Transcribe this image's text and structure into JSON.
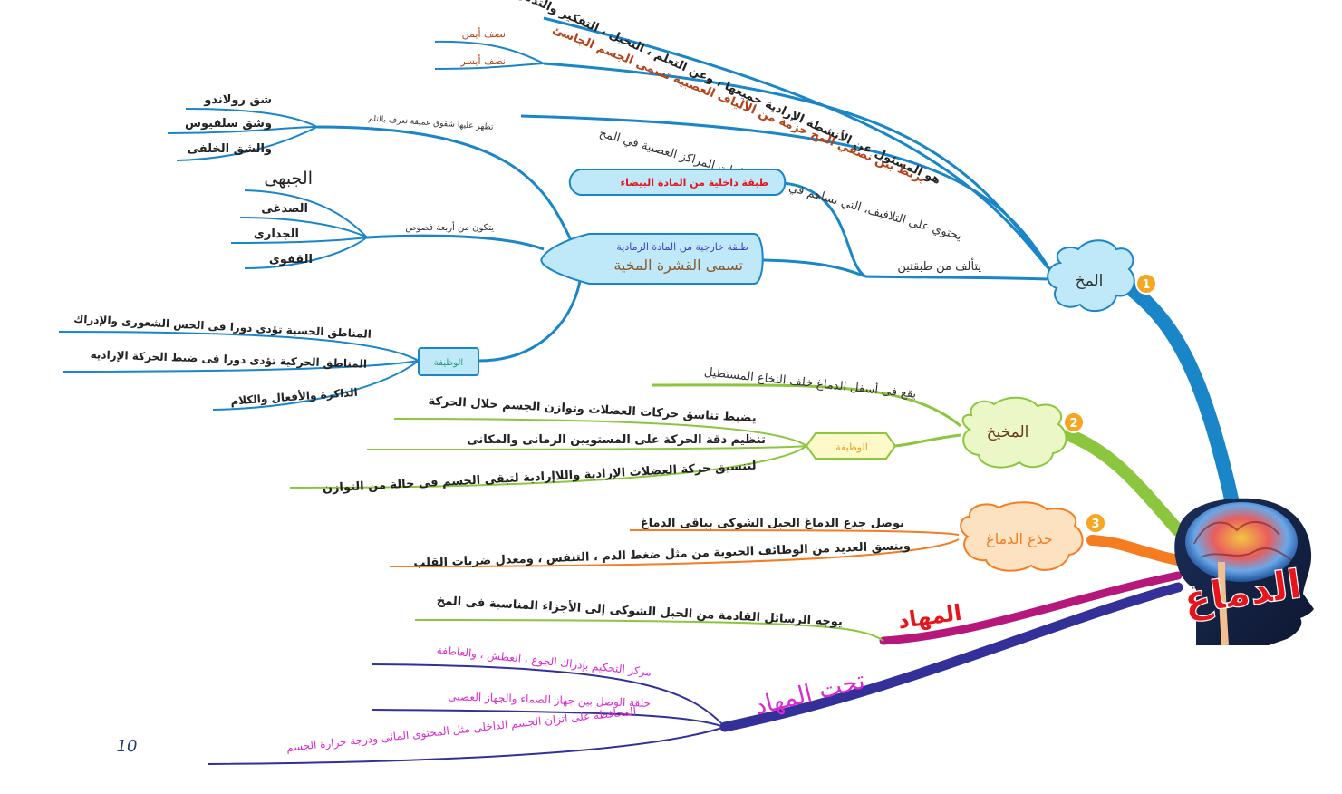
{
  "root": {
    "label": "الدماغ"
  },
  "page_number": "10",
  "colors": {
    "cerebrum_branch": "#1a86c8",
    "cerebellum_branch": "#8cc63f",
    "brainstem_branch": "#f57c20",
    "thalamus_branch": "#b5177a",
    "hypothalamus_branch": "#33309a",
    "root_text": "#e8141b",
    "thalamus_text": "#e8141b",
    "hypothalamus_text": "#d92ad0"
  },
  "cerebrum": {
    "badge": "1",
    "label": "المخ",
    "func_main": "هو المسئول عن الأنشطة الإرادية جميعها ، وعن التعلم ، التخيل ، التفكير والتذكر",
    "corpus_callosum": "يربط بين نصفي المخ حزمة من الألياف العصبية تسمى الجسم الجاسئ",
    "right_half": "نصف أيمن",
    "left_half": "نصف أيسر",
    "convolutions": "يحتوي على التلافيف، التي تساهم في زيادة مساحات المراكز العصبية في المخ",
    "inner_layer": "طبقة داخلية من المادة البيضاء",
    "two_layers": "يتألف من طبقتين",
    "outer_layer_line1": "طبقة خارجية من المادة الرمادية",
    "outer_layer_line2": "تسمى القشرة المخية",
    "fissures_label": "تظهر عليها شقوق عميقة تعرف بالتلم",
    "fissures": [
      "شق رولاندو",
      "وشق سلفيوس",
      "والشق الخلفى"
    ],
    "lobes_label": "يتكون من أربعة فصوص",
    "lobes": [
      "الجبهى",
      "الصدغى",
      "الجدارى",
      "القفوى"
    ],
    "function_box": "الوظيفة",
    "functions": [
      "المناطق الحسية تؤدى دورا فى الحس الشعورى والإدراك",
      "المناطق الحركية تؤدى دورا فى ضبط الحركة الإرادية",
      "الذاكرة والأفعال والكلام"
    ]
  },
  "cerebellum": {
    "badge": "2",
    "label": "المخيخ",
    "location": "يقع فى أسفل الدماغ خلف النخاع المستطيل",
    "function_box": "الوظيفة",
    "functions": [
      "يضبط تناسق حركات العضلات وتوازن الجسم خلال الحركة",
      "تنظيم دقة الحركة على المستويين الزمانى والمكانى",
      "لتنسيق حركة العضلات الإرادية واللاإرادية لتبقى الجسم فى حالة من التوازن"
    ]
  },
  "brainstem": {
    "badge": "3",
    "label": "جذع الدماغ",
    "items": [
      "يوصل جذع الدماغ الحبل الشوكى بباقى الدماغ",
      "وينسق العديد من الوظائف الحيوية من مثل ضغط الدم ، التنفس ، ومعدل ضربات القلب"
    ]
  },
  "thalamus": {
    "label": "المهاد",
    "item": "يوجه الرسائل القادمة من الحبل الشوكى إلى الأجزاء المناسبة فى المخ"
  },
  "hypothalamus": {
    "label": "تحت المهاد",
    "items": [
      "مركز التحكيم بإدراك الجوع ، العطش ، والعاطفة",
      "حلقة الوصل بين جهاز الصماء والجهاز العصبى",
      "المحافظة على اتزان الجسم الداخلى مثل المحتوى المائى ودرجة حرارة الجسم"
    ]
  }
}
